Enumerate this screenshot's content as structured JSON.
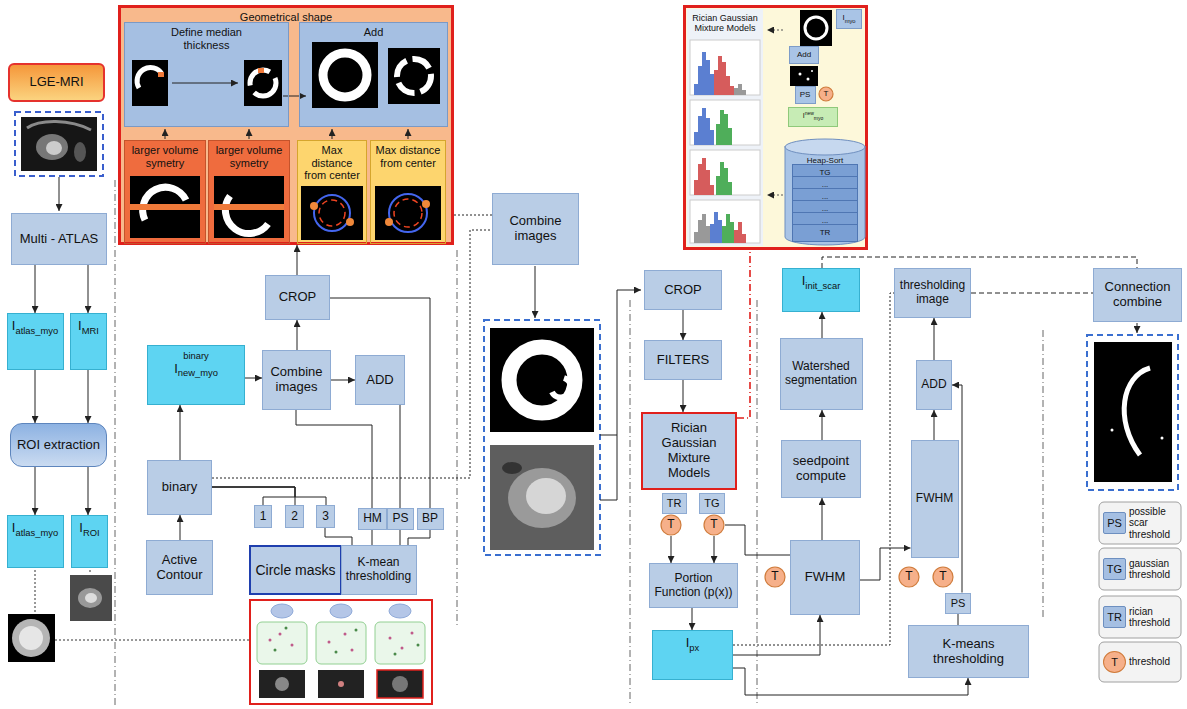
{
  "diagram": {
    "nodes": [
      {
        "text": [
          "LGE-MRI"
        ]
      },
      {
        "text": [
          "Multi - ATLAS"
        ]
      },
      {
        "text": [
          "I",
          "atlas_myo"
        ]
      },
      {
        "text": [
          "I",
          "MRI"
        ]
      },
      {
        "text": [
          "ROI extraction"
        ]
      },
      {
        "text": [
          "I",
          "atlas_myo"
        ]
      },
      {
        "text": [
          "I",
          "ROI"
        ]
      },
      {
        "text": [
          "Geometrical shape"
        ]
      },
      {
        "text": [
          "Define median thickness"
        ],
        "in": 7
      },
      {
        "text": [
          "Add"
        ],
        "in": 7
      },
      {
        "text": [
          "larger volume symetry"
        ],
        "in": 7
      },
      {
        "text": [
          "larger volume symetry"
        ],
        "in": 7
      },
      {
        "text": [
          "Max distance from center"
        ],
        "in": 7
      },
      {
        "text": [
          "Max distance from center"
        ],
        "in": 7
      },
      {
        "text": [
          "CROP"
        ]
      },
      {
        "text": [
          "binary",
          "I",
          "new_myo"
        ]
      },
      {
        "text": [
          "Combine images"
        ]
      },
      {
        "text": [
          "ADD"
        ]
      },
      {
        "text": [
          "binary"
        ]
      },
      {
        "text": [
          "1"
        ]
      },
      {
        "text": [
          "2"
        ]
      },
      {
        "text": [
          "3"
        ]
      },
      {
        "text": [
          "HM"
        ]
      },
      {
        "text": [
          "PS"
        ]
      },
      {
        "text": [
          "BP"
        ]
      },
      {
        "text": [
          "Active Contour"
        ]
      },
      {
        "text": [
          "Circle masks"
        ]
      },
      {
        "text": [
          "K-mean thresholding"
        ]
      },
      {
        "text": [
          "Combine images"
        ]
      },
      {
        "text": [
          "Rician Gaussian Mixture Models"
        ]
      },
      {
        "text": [
          "I",
          "myo"
        ],
        "in": 29
      },
      {
        "text": [
          "Add"
        ],
        "in": 29
      },
      {
        "text": [
          "PS"
        ],
        "in": 29
      },
      {
        "text": [
          "T"
        ],
        "in": 29
      },
      {
        "text": [
          "I",
          "new",
          "myo"
        ],
        "in": 29
      },
      {
        "text": [
          "Heap-Sort"
        ],
        "in": 29
      },
      {
        "text": [
          "TG"
        ],
        "in": 35
      },
      {
        "text": [
          "..."
        ],
        "in": 35
      },
      {
        "text": [
          "..."
        ],
        "in": 35
      },
      {
        "text": [
          "..."
        ],
        "in": 35
      },
      {
        "text": [
          "..."
        ],
        "in": 35
      },
      {
        "text": [
          "TR"
        ],
        "in": 35
      },
      {
        "text": [
          "CROP"
        ]
      },
      {
        "text": [
          "FILTERS"
        ]
      },
      {
        "text": [
          "Rician Gaussian Mixture Models"
        ]
      },
      {
        "text": [
          "TR"
        ]
      },
      {
        "text": [
          "T"
        ]
      },
      {
        "text": [
          "TG"
        ]
      },
      {
        "text": [
          "T"
        ]
      },
      {
        "text": [
          "Portion Function (p(x))"
        ]
      },
      {
        "text": [
          "I",
          "px"
        ]
      },
      {
        "text": [
          "I",
          "init_scar"
        ]
      },
      {
        "text": [
          "Watershed segmentation"
        ]
      },
      {
        "text": [
          "seedpoint compute"
        ]
      },
      {
        "text": [
          "T"
        ]
      },
      {
        "text": [
          "FWHM"
        ]
      },
      {
        "text": [
          "thresholding image"
        ]
      },
      {
        "text": [
          "ADD"
        ]
      },
      {
        "text": [
          "FWHM"
        ]
      },
      {
        "text": [
          "T"
        ]
      },
      {
        "text": [
          "T"
        ]
      },
      {
        "text": [
          "PS"
        ]
      },
      {
        "text": [
          "K-means thresholding"
        ]
      },
      {
        "text": [
          "Connection combine"
        ]
      }
    ],
    "edges": [
      {
        "from": 1,
        "to": 2,
        "arrow": "to"
      },
      {
        "from": 1,
        "to": 3,
        "arrow": "to"
      },
      {
        "from": 2,
        "to": 4,
        "arrow": "to"
      },
      {
        "from": 3,
        "to": 4,
        "arrow": "to"
      },
      {
        "from": 4,
        "to": 5,
        "arrow": "to"
      },
      {
        "from": 4,
        "to": 6,
        "arrow": "to"
      },
      {
        "from": 25,
        "to": 18,
        "arrow": "to"
      },
      {
        "from": 18,
        "to": 15,
        "arrow": "to"
      },
      {
        "from": 15,
        "to": 16,
        "arrow": "to"
      },
      {
        "from": 16,
        "to": 17,
        "arrow": "to"
      },
      {
        "from": 16,
        "to": 14,
        "arrow": "to"
      },
      {
        "from": 14,
        "to": 7,
        "arrow": "to"
      },
      {
        "from": 18,
        "to": 19,
        "arrow": "none"
      },
      {
        "from": 18,
        "to": 20,
        "arrow": "none"
      },
      {
        "from": 18,
        "to": 21,
        "arrow": "none"
      },
      {
        "from": 21,
        "to": 27,
        "arrow": "none"
      },
      {
        "from": 27,
        "to": 22,
        "arrow": "none"
      },
      {
        "from": 27,
        "to": 23,
        "arrow": "none"
      },
      {
        "from": 27,
        "to": 24,
        "arrow": "none"
      },
      {
        "from": 22,
        "to": 16,
        "arrow": "none"
      },
      {
        "from": 23,
        "to": 17,
        "arrow": "none"
      },
      {
        "from": 24,
        "to": 14,
        "arrow": "none"
      },
      {
        "from": 18,
        "to": 28,
        "arrow": "none"
      },
      {
        "from": 7,
        "to": 28,
        "arrow": "none"
      },
      {
        "from": 42,
        "to": 43,
        "arrow": "to"
      },
      {
        "from": 43,
        "to": 44,
        "arrow": "to"
      },
      {
        "from": 44,
        "to": 29,
        "arrow": "none"
      },
      {
        "from": 46,
        "to": 49,
        "arrow": "to"
      },
      {
        "from": 48,
        "to": 49,
        "arrow": "to"
      },
      {
        "from": 48,
        "to": 55,
        "arrow": "none"
      },
      {
        "from": 49,
        "to": 50,
        "arrow": "to"
      },
      {
        "from": 50,
        "to": 55,
        "arrow": "to"
      },
      {
        "from": 50,
        "to": 62,
        "arrow": "to"
      },
      {
        "from": 50,
        "to": 56,
        "arrow": "none"
      },
      {
        "from": 55,
        "to": 53,
        "arrow": "to"
      },
      {
        "from": 53,
        "to": 52,
        "arrow": "to"
      },
      {
        "from": 52,
        "to": 51,
        "arrow": "to"
      },
      {
        "from": 51,
        "to": 63,
        "arrow": "none"
      },
      {
        "from": 55,
        "to": 58,
        "arrow": "to"
      },
      {
        "from": 58,
        "to": 57,
        "arrow": "to"
      },
      {
        "from": 62,
        "to": 61,
        "arrow": "none"
      },
      {
        "from": 61,
        "to": 57,
        "arrow": "to"
      },
      {
        "from": 57,
        "to": 56,
        "arrow": "to"
      },
      {
        "from": 56,
        "to": 63,
        "arrow": "none"
      }
    ],
    "labels": [
      "PS",
      "TG",
      "TR",
      "T"
    ],
    "legend": [
      {
        "text": "possible scar threshold"
      },
      {
        "text": "gaussian threshold"
      },
      {
        "text": "rician threshold"
      },
      {
        "text": "threshold"
      }
    ]
  }
}
